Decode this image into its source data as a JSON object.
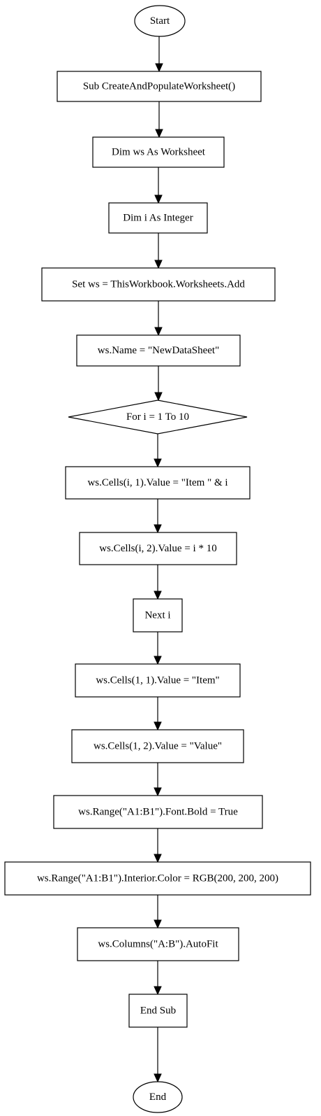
{
  "nodes": [
    {
      "id": "start",
      "shape": "ellipse",
      "label": "Start"
    },
    {
      "id": "sub",
      "shape": "rect",
      "label": "Sub CreateAndPopulateWorksheet()"
    },
    {
      "id": "dim-ws",
      "shape": "rect",
      "label": "Dim ws As Worksheet"
    },
    {
      "id": "dim-i",
      "shape": "rect",
      "label": "Dim i As Integer"
    },
    {
      "id": "set-ws",
      "shape": "rect",
      "label": "Set ws = ThisWorkbook.Worksheets.Add"
    },
    {
      "id": "ws-name",
      "shape": "rect",
      "label": "ws.Name = \"NewDataSheet\""
    },
    {
      "id": "for-loop",
      "shape": "diamond",
      "label": "For i = 1 To 10"
    },
    {
      "id": "cells-i1",
      "shape": "rect",
      "label": "ws.Cells(i, 1).Value = \"Item \" & i"
    },
    {
      "id": "cells-i2",
      "shape": "rect",
      "label": "ws.Cells(i, 2).Value = i * 10"
    },
    {
      "id": "next-i",
      "shape": "rect",
      "label": "Next i"
    },
    {
      "id": "cells-11",
      "shape": "rect",
      "label": "ws.Cells(1, 1).Value = \"Item\""
    },
    {
      "id": "cells-12",
      "shape": "rect",
      "label": "ws.Cells(1, 2).Value = \"Value\""
    },
    {
      "id": "font-bold",
      "shape": "rect",
      "label": "ws.Range(\"A1:B1\").Font.Bold = True"
    },
    {
      "id": "interior-color",
      "shape": "rect",
      "label": "ws.Range(\"A1:B1\").Interior.Color = RGB(200, 200, 200)"
    },
    {
      "id": "autofit",
      "shape": "rect",
      "label": "ws.Columns(\"A:B\").AutoFit"
    },
    {
      "id": "end-sub",
      "shape": "rect",
      "label": "End Sub"
    },
    {
      "id": "end",
      "shape": "ellipse",
      "label": "End"
    }
  ]
}
